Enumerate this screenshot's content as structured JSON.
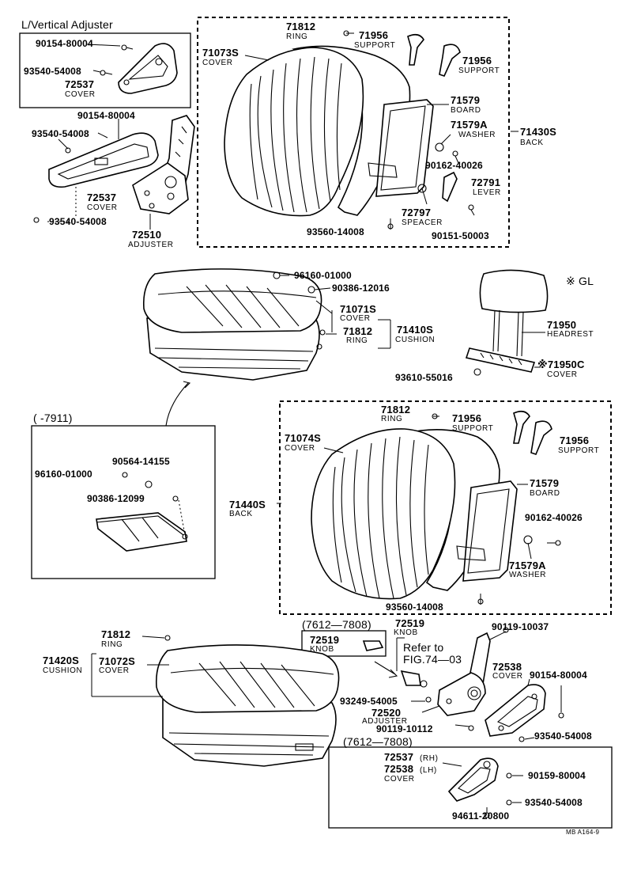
{
  "diagram": {
    "sections": {
      "vertical_adjuster": "L/Vertical Adjuster",
      "gl_marker": "※ GL",
      "date_range_1": "(      -7911)",
      "date_range_2": "(7612—7808)",
      "date_range_3": "(7612—7808)",
      "refer_to": "Refer to",
      "refer_fig": "FIG.74—03",
      "footer": "MB A164-9"
    },
    "names": {
      "ring": "RING",
      "support": "SUPPORT",
      "cover": "COVER",
      "board": "BOARD",
      "washer": "WASHER",
      "back": "BACK",
      "lever": "LEVER",
      "speacer": "SPEACER",
      "adjuster": "ADJUSTER",
      "cushion": "CUSHION",
      "headrest": "HEADREST",
      "knob": "KNOB",
      "rh": "(RH)",
      "lh": "(LH)"
    },
    "parts": {
      "p90154_80004": "90154-80004",
      "p93540_54008": "93540-54008",
      "p72537": "72537",
      "p72510": "72510",
      "p71812": "71812",
      "p71956": "71956",
      "p71073S": "71073S",
      "p71579": "71579",
      "p71579A": "71579A",
      "p71430S": "71430S",
      "p90162_40026": "90162-40026",
      "p72791": "72791",
      "p72797": "72797",
      "p93560_14008": "93560-14008",
      "p90151_50003": "90151-50003",
      "p96160_01000": "96160-01000",
      "p90386_12016": "90386-12016",
      "p71071S": "71071S",
      "p71410S": "71410S",
      "p71950": "71950",
      "p71950C": "※71950C",
      "p93610_55016": "93610-55016",
      "p90564_14155": "90564-14155",
      "p90386_12099": "90386-12099",
      "p71074S": "71074S",
      "p71440S": "71440S",
      "p72519": "72519",
      "p90119_10037": "90119-10037",
      "p72538": "72538",
      "p71420S": "71420S",
      "p71072S": "71072S",
      "p93249_54005": "93249-54005",
      "p72520": "72520",
      "p90119_10112": "90119-10112",
      "p90159_80004": "90159-80004",
      "p94611_20800": "94611-20800"
    }
  }
}
